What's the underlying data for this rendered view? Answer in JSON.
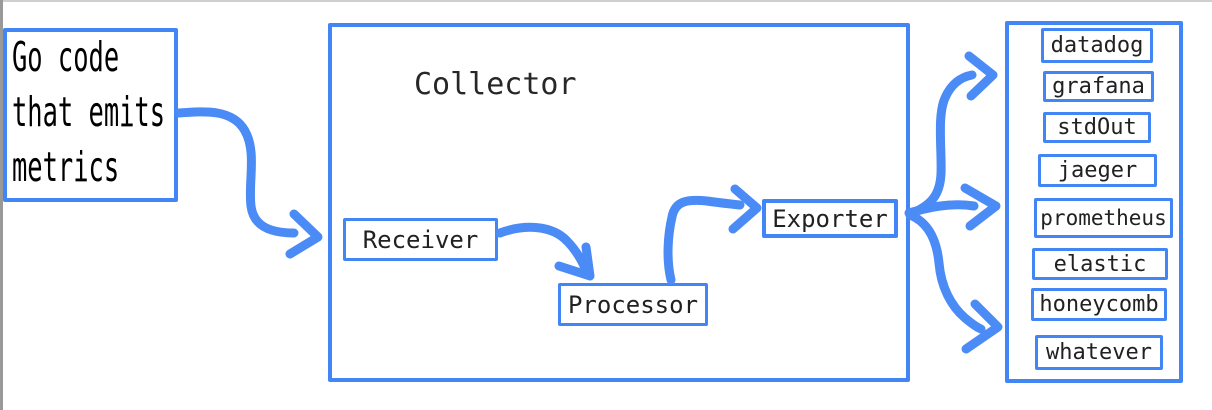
{
  "colors": {
    "box_border": "#4285f4",
    "arrow": "#4b8bf5",
    "label_text": "#212121",
    "source_text": "#000000",
    "edge_left": "#999999",
    "edge_top": "#cfcfcf",
    "background": "#ffffff"
  },
  "source_box": {
    "lines": [
      "Go code",
      "that emits",
      "metrics"
    ]
  },
  "collector": {
    "title": "Collector",
    "stages": [
      {
        "label": "Receiver"
      },
      {
        "label": "Processor"
      },
      {
        "label": "Exporter"
      }
    ]
  },
  "sinks": [
    "datadog",
    "grafana",
    "stdOut",
    "jaeger",
    "prometheus",
    "elastic",
    "honeycomb",
    "whatever"
  ]
}
